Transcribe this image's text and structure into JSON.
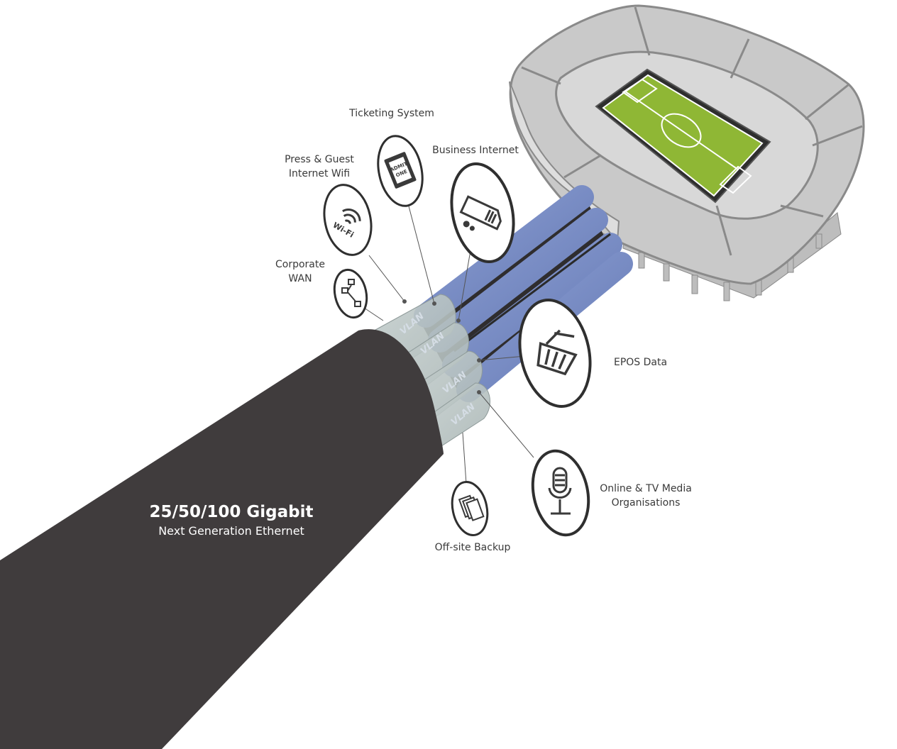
{
  "cable": {
    "title": "25/50/100 Gigabit",
    "subtitle": "Next Generation Ethernet"
  },
  "services": [
    {
      "id": "ticketing",
      "label": "Ticketing System",
      "icon": "ticket-icon",
      "icon_text": [
        "ADMIT",
        "ONE"
      ]
    },
    {
      "id": "business",
      "label": "Business Internet",
      "icon": "router-icon"
    },
    {
      "id": "wifi",
      "label_lines": [
        "Press & Guest",
        "Internet Wifi"
      ],
      "icon": "wifi-icon",
      "icon_text": "Wi-Fi"
    },
    {
      "id": "wan",
      "label_lines": [
        "Corporate",
        "WAN"
      ],
      "icon": "network-icon"
    },
    {
      "id": "epos",
      "label": "EPOS Data",
      "icon": "shopping-basket-icon"
    },
    {
      "id": "media",
      "label_lines": [
        "Online & TV Media",
        "Organisations"
      ],
      "icon": "microphone-icon"
    },
    {
      "id": "backup",
      "label": "Off-site Backup",
      "icon": "backup-icon"
    }
  ],
  "vlan_label": "VLAN",
  "colors": {
    "cable": "#403c3d",
    "fiber": "#7b8fc6",
    "pitch": "#8fb735",
    "stadium": "#cfcfcf",
    "stadium_dark": "#8a8a8a",
    "text": "#3a3a3a"
  }
}
